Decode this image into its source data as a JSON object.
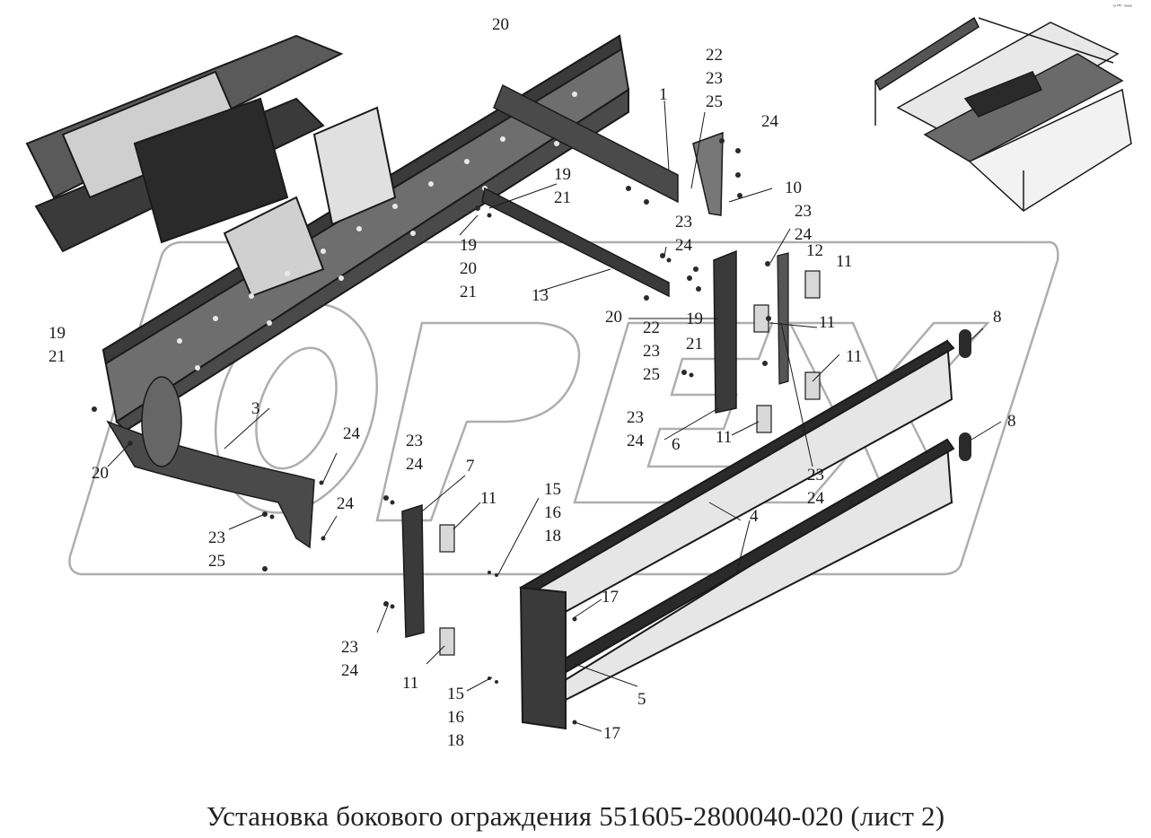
{
  "caption": "Установка бокового ограждения 551605-2800040-020 (лист 2)",
  "corner_mark": "ᵊ™ ᵊᵊᵊ",
  "watermark": "OPEX",
  "colors": {
    "line": "#1a1a1a",
    "metal": "#6e6e6e",
    "metal_dark": "#3a3a3a",
    "watermark": "#9a9a9a",
    "rail": "#e6e6e6"
  },
  "callouts": [
    "20",
    "22",
    "23",
    "25",
    "1",
    "24",
    "19",
    "21",
    "10",
    "23",
    "24",
    "23",
    "24",
    "12",
    "11",
    "19",
    "20",
    "21",
    "13",
    "20",
    "22",
    "19",
    "21",
    "11",
    "23",
    "25",
    "11",
    "19",
    "21",
    "3",
    "23",
    "24",
    "6",
    "11",
    "8",
    "8",
    "20",
    "24",
    "23",
    "24",
    "7",
    "11",
    "15",
    "16",
    "18",
    "24",
    "23",
    "25",
    "4",
    "23",
    "24",
    "17",
    "5",
    "23",
    "24",
    "11",
    "15",
    "16",
    "18",
    "17"
  ]
}
